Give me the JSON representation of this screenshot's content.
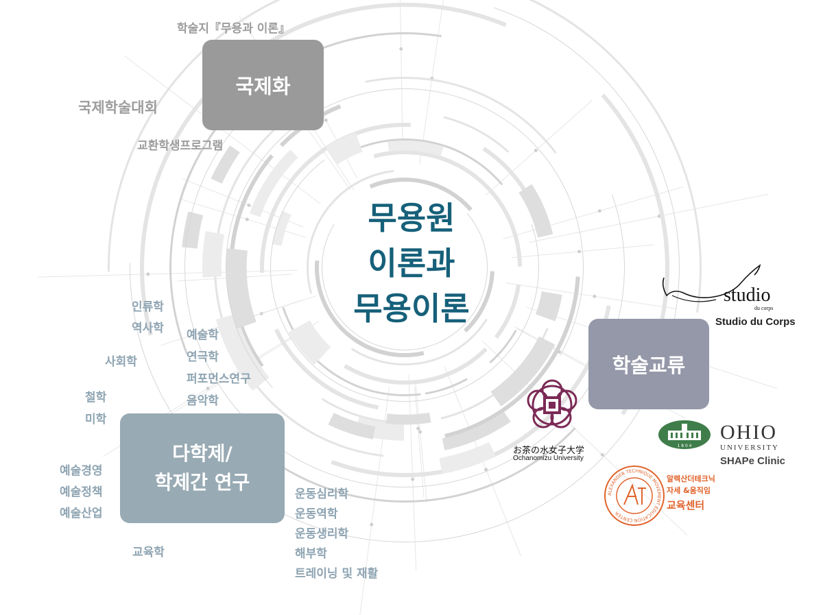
{
  "center_title": [
    "무용원",
    "이론과",
    "무용이론"
  ],
  "boxes": {
    "intl": "국제화",
    "exchange": "학술교류",
    "interdisciplinary": [
      "다학제/",
      "학제간 연구"
    ]
  },
  "intl_items": {
    "journal": "학술지『무용과 이론』",
    "conference": "국제학술대회",
    "exchange_program": "교환학생프로그램"
  },
  "humanities": [
    "인류학",
    "역사학",
    "사회학",
    "철학",
    "미학"
  ],
  "arts": [
    "예술학",
    "연극학",
    "퍼포먼스연구",
    "음악학"
  ],
  "arts_admin": [
    "예술경영",
    "예술정책",
    "예술산업"
  ],
  "education": "교육학",
  "sports": [
    "운동심리학",
    "운동역학",
    "운동생리학",
    "해부학",
    "트레이닝 및 재활"
  ],
  "partners": {
    "studio": {
      "logo_text": "studio",
      "logo_sub": "du corps",
      "caption": "Studio du Corps"
    },
    "ochanomizu": {
      "line1": "お茶の水女子大学",
      "line2": "Ochanomizu University",
      "year": ""
    },
    "ohio": {
      "name": "OHIO",
      "sub": "UNIVERSITY",
      "caption": "SHAPe Clinic",
      "seal_year": "1804"
    },
    "alexander": {
      "ring": "ALEXANDER TECHNIQUE MOVEMENT EDUCATION CENTER",
      "line1": "알렉산더테크닉",
      "line2": "자세 &움직임",
      "line3": "교육센터"
    }
  },
  "colors": {
    "center_text": "#16607a",
    "box_intl": "#9a9a9a",
    "box_exchange": "#9598a8",
    "box_inter": "#98aab4",
    "ohio_green": "#3f7d4a",
    "ocha_purple": "#7b2a55",
    "alex_orange": "#e0622a"
  }
}
